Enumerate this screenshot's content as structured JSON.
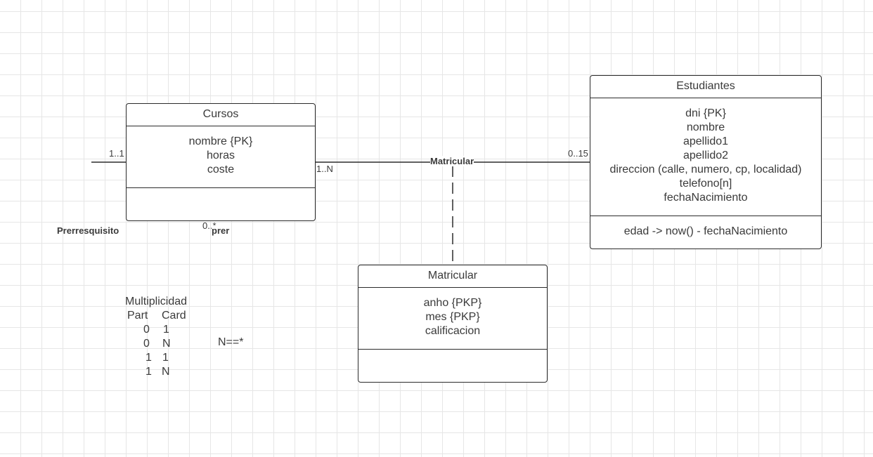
{
  "classes": {
    "cursos": {
      "name": "Cursos",
      "attributes": [
        "nombre {PK}",
        "horas",
        "coste"
      ],
      "operations": []
    },
    "estudiantes": {
      "name": "Estudiantes",
      "attributes": [
        "dni {PK}",
        "nombre",
        "apellido1",
        "apellido2",
        "direccion (calle, numero, cp, localidad)",
        "telefono[n]",
        "fechaNacimiento"
      ],
      "operations": [
        "edad -> now() - fechaNacimiento"
      ]
    },
    "matricular": {
      "name": "Matricular",
      "attributes": [
        "anho {PKP}",
        "mes {PKP}",
        "calificacion"
      ],
      "operations": []
    }
  },
  "associations": {
    "matricular": {
      "label": "Matricular",
      "cursos_multiplicity": "1..N",
      "estudiantes_multiplicity": "0..15"
    },
    "prerresquisito": {
      "label": "Prerresquisito",
      "top_multiplicity": "1..1",
      "bottom_multiplicity": "0..*",
      "role": "prer"
    }
  },
  "multiplicity_note": {
    "title": "Multiplicidad",
    "col_part": "Part",
    "col_card": "Card",
    "rows": [
      {
        "part": "0",
        "card": "1"
      },
      {
        "part": "0",
        "card": "N"
      },
      {
        "part": "1",
        "card": "1"
      },
      {
        "part": "1",
        "card": "N"
      }
    ],
    "equivalence": "N==*"
  }
}
